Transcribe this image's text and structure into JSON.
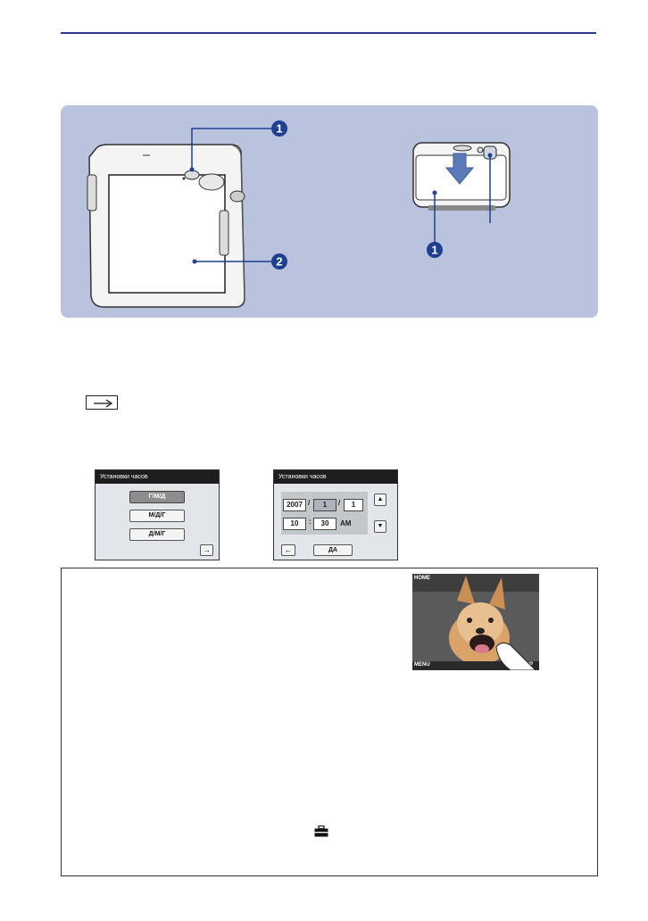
{
  "illustration": {
    "callouts": [
      "1",
      "2",
      "1"
    ]
  },
  "screen_clock_format": {
    "title": "Установки часов",
    "options": [
      "Г/М/Д",
      "М/Д/Г",
      "Д/М/Г"
    ],
    "selected": "Г/М/Д",
    "next_arrow": "→"
  },
  "screen_clock_set": {
    "title": "Установки часов",
    "year": "2007",
    "month": "1",
    "day": "1",
    "hour": "10",
    "minute": "30",
    "ampm": "AM",
    "date_sep": "/",
    "time_sep": ":",
    "up": "▲",
    "down": "▼",
    "back": "←",
    "ok": "ДА"
  },
  "camera_screen": {
    "home": "HOME",
    "menu": "MENU",
    "disp": "DISP"
  },
  "colors": {
    "accent_rule": "#2a3a8c",
    "panel_bg": "#b9c3de",
    "callout_blue": "#1f3f8f"
  },
  "icons": [
    "right-arrow-icon",
    "toolbox-icon",
    "scroll-up-icon",
    "scroll-down-icon",
    "back-arrow-icon"
  ]
}
